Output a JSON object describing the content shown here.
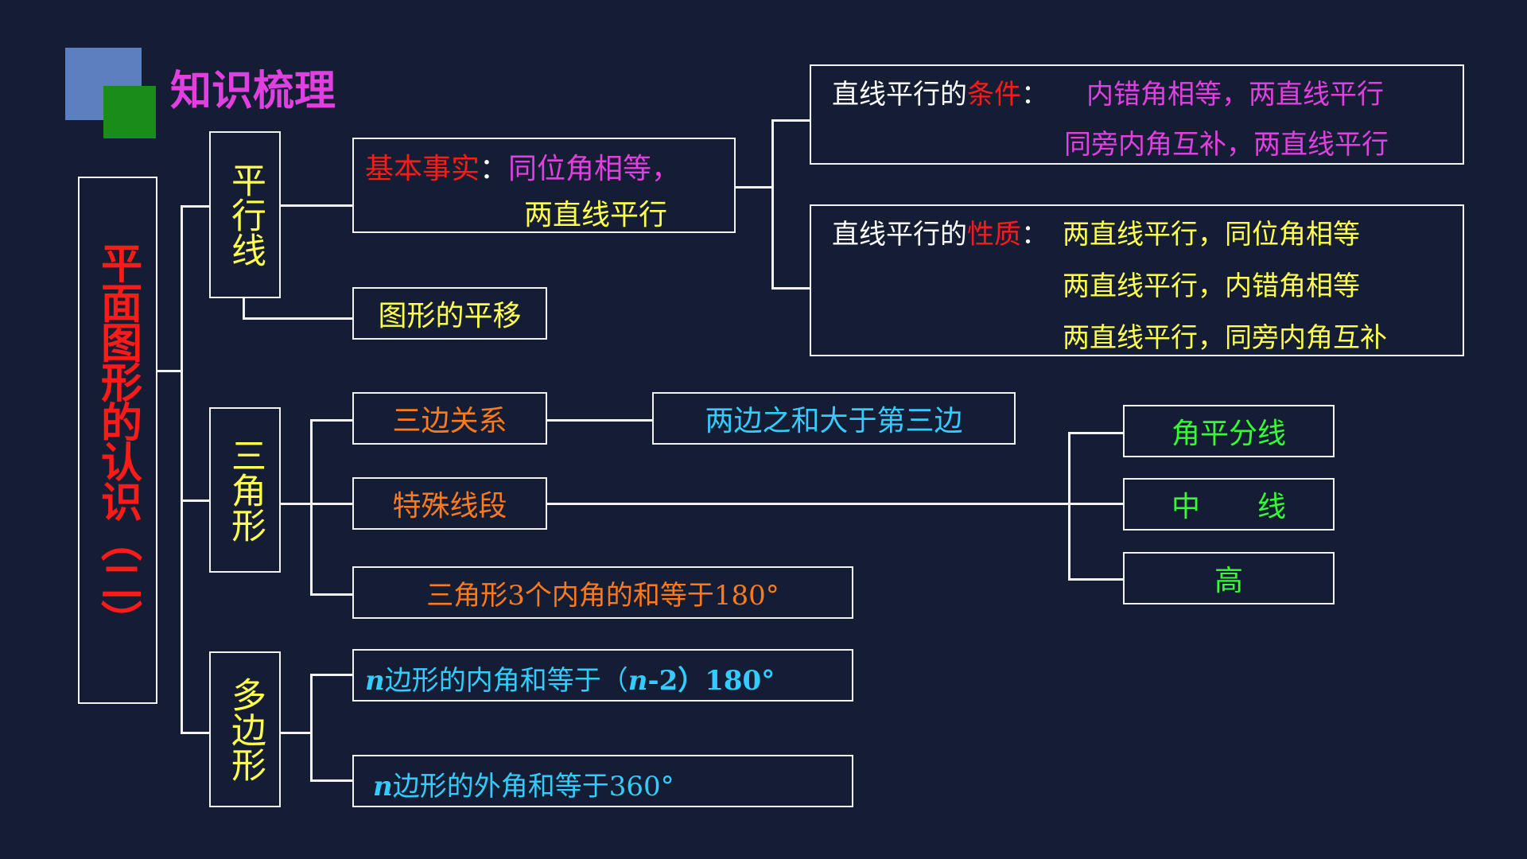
{
  "title": "知识梳理",
  "root": {
    "label": "平面图形的认识（二）"
  },
  "parallel": {
    "label": "平行线",
    "basic_fact_key": "基本事实",
    "basic_fact_sep": "：",
    "basic_fact_line1": "同位角相等，",
    "basic_fact_line2": "两直线平行",
    "translation": "图形的平移",
    "condition_prefix": "直线平行的",
    "condition_key": "条件",
    "condition_sep": "：",
    "condition_line1": "内错角相等，两直线平行",
    "condition_line2": "同旁内角互补，两直线平行",
    "property_prefix": "直线平行的",
    "property_key": "性质",
    "property_sep": "：",
    "property_line1": "两直线平行，同位角相等",
    "property_line2": "两直线平行，内错角相等",
    "property_line3": "两直线平行，同旁内角互补"
  },
  "triangle": {
    "label": "三角形",
    "side_relation": "三边关系",
    "side_relation_detail": "两边之和大于第三边",
    "special_segments": "特殊线段",
    "segment_1": "角平分线",
    "segment_2": "中　　线",
    "segment_3": "高",
    "angle_sum": "三角形3个内角的和等于180°"
  },
  "polygon": {
    "label": "多边形",
    "interior_n": "n",
    "interior_text_1": "边形的内角和等于（",
    "interior_n2": "n",
    "interior_text_2": "-2）180°",
    "exterior_n": "n",
    "exterior_text": "边形的外角和等于360°"
  },
  "colors": {
    "background": "#141d33",
    "title": "#e040e0",
    "root": "#ff1a1a",
    "yellow": "#ffff4d",
    "red": "#ff1a1a",
    "magenta": "#e040e0",
    "orange": "#ff7a1a",
    "cyan": "#33ccff",
    "green": "#33ff33",
    "white": "#ffffff"
  }
}
